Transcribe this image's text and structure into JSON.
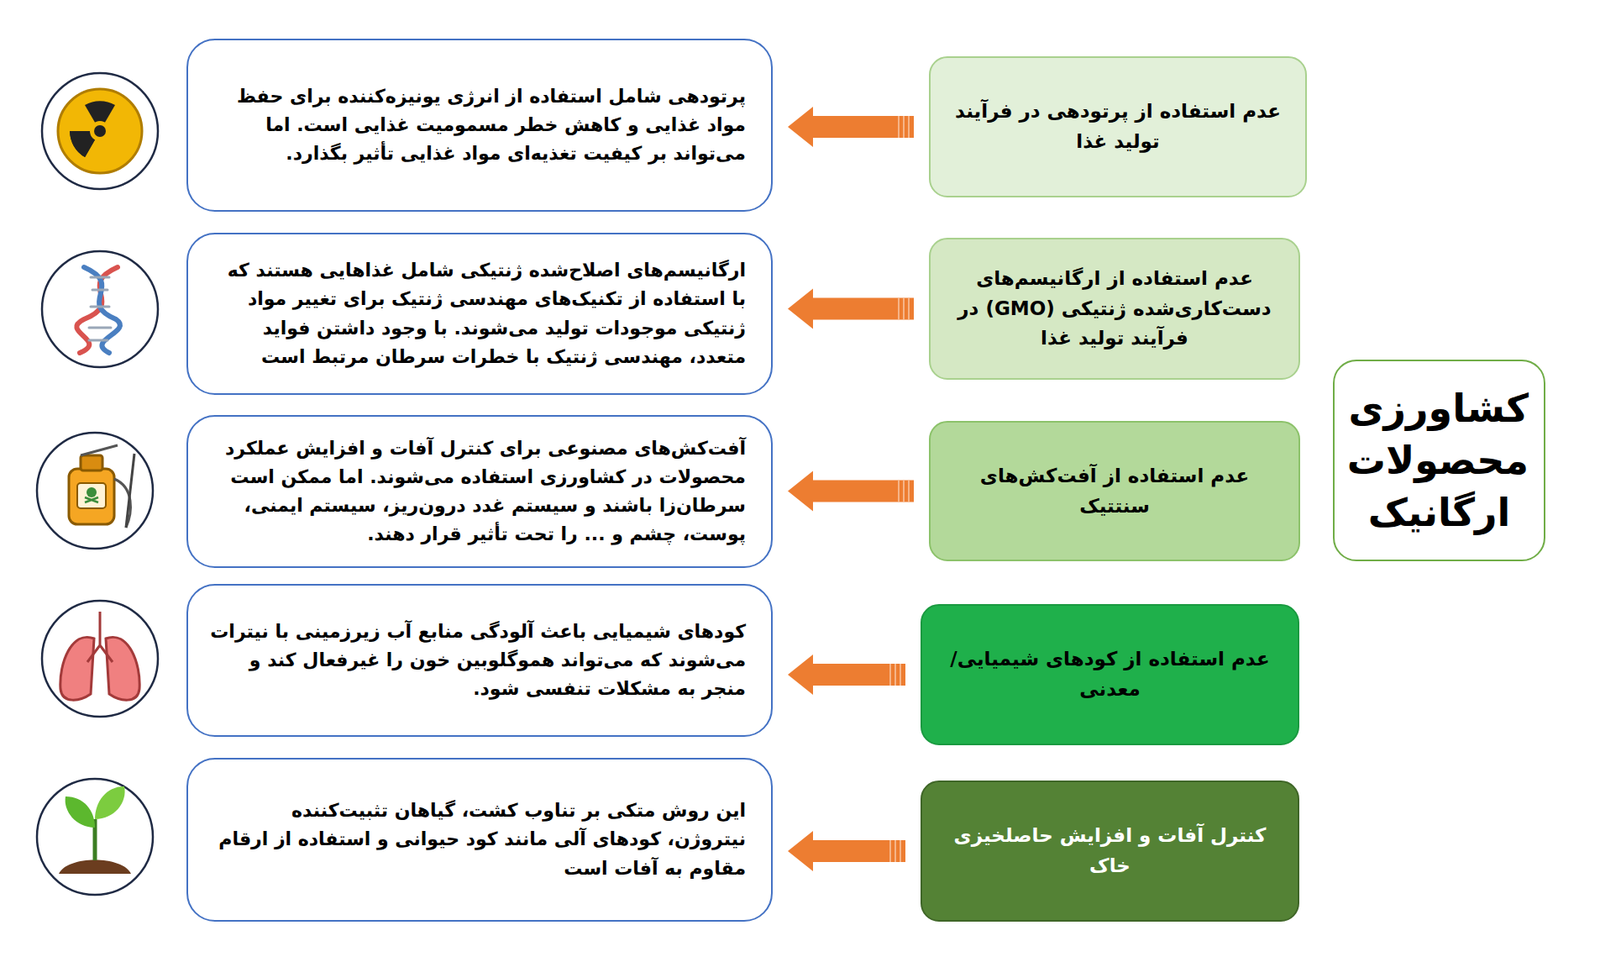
{
  "diagram": {
    "nodes": [
      {
        "text": [
          "کشاورزی محصولات ارگانیک"
        ]
      },
      {
        "text": [
          "عدم استفاده از پرتودهی در فرآیند تولید غذا"
        ]
      },
      {
        "text": [
          "عدم استفاده از ارگانیسم‌های دست‌کاری‌شده ژنتیکی (GMO) در فرآیند تولید غذا"
        ]
      },
      {
        "text": [
          "عدم استفاده از آفت‌کش‌های سنتتیک"
        ]
      },
      {
        "text": [
          "عدم استفاده از کودهای شیمیایی/معدنی"
        ]
      },
      {
        "text": [
          "کنترل آفات و افزایش حاصلخیزی خاک"
        ]
      },
      {
        "text": [
          "پرتودهی شامل استفاده از انرژی یونیزه‌کننده برای حفظ مواد غذایی و کاهش خطر مسمومیت غذایی است. اما می‌تواند بر کیفیت تغذیه‌ای مواد غذایی تأثیر بگذارد."
        ]
      },
      {
        "text": [
          "ارگانیسم‌های اصلاح‌شده ژنتیکی شامل غذاهایی هستند که با استفاده از تکنیک‌های مهندسی ژنتیک برای تغییر مواد ژنتیکی موجودات تولید می‌شوند. با وجود داشتن فواید متعدد، مهندسی ژنتیک با خطرات سرطان مرتبط است"
        ]
      },
      {
        "text": [
          "آفت‌کش‌های مصنوعی برای کنترل آفات و افزایش عملکرد محصولات در کشاورزی استفاده می‌شوند. اما ممکن است سرطان‌زا باشند و سیستم غدد درون‌ریز، سیستم ایمنی، پوست، چشم و ... را تحت تأثیر قرار دهند."
        ]
      },
      {
        "text": [
          "کودهای شیمیایی باعث آلودگی منابع آب زیرزمینی با نیترات می‌شوند که می‌تواند هموگلوبین خون را غیرفعال کند و منجر به مشکلات تنفسی شود."
        ]
      },
      {
        "text": [
          "این روش متکی بر تناوب کشت، گیاهان تثبیت‌کننده نیتروژن، کودهای آلی مانند کود حیوانی و استفاده از ارقام مقاوم به آفات است"
        ]
      }
    ],
    "edges": [
      {
        "from": 1,
        "to": 6,
        "arrow": "to"
      },
      {
        "from": 2,
        "to": 7,
        "arrow": "to"
      },
      {
        "from": 3,
        "to": 8,
        "arrow": "to"
      },
      {
        "from": 4,
        "to": 9,
        "arrow": "to"
      },
      {
        "from": 5,
        "to": 10,
        "arrow": "to"
      }
    ]
  }
}
